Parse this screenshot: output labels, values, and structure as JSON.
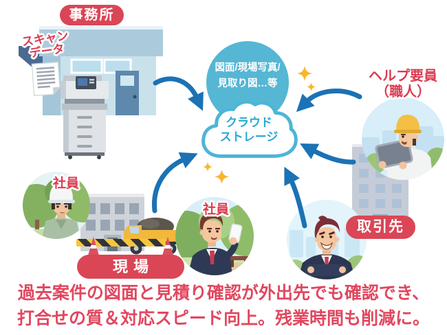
{
  "office": {
    "badge": "事務所",
    "scan_line1": "スキャン",
    "scan_line2": "データ"
  },
  "cloud": {
    "bubble_line1": "図面/現場写真/",
    "bubble_line2": "見取り図…等",
    "label_line1": "クラウド",
    "label_line2": "ストレージ"
  },
  "site": {
    "badge": "現場",
    "employee_label": "社員"
  },
  "mobile": {
    "employee_label": "社員"
  },
  "partner": {
    "badge": "取引先"
  },
  "helper": {
    "label_line1": "ヘルプ要員",
    "label_line2": "（職人）"
  },
  "caption": {
    "line1": "過去案件の図面と見積り確認が外出先でも確認でき、",
    "line2": "打合せの質＆対応スピード向上。残業時間も削減に。"
  },
  "colors": {
    "badge_red": "#DA4656",
    "label_red": "#DC3A50",
    "teal": "#55B7D4",
    "cloud_border": "#4DB5D6",
    "cloud_text": "#2AA9D1",
    "arrow_blue": "#1B72B4",
    "sparkle_orange": "#F8B62D",
    "caption_red": "#E1475F"
  }
}
